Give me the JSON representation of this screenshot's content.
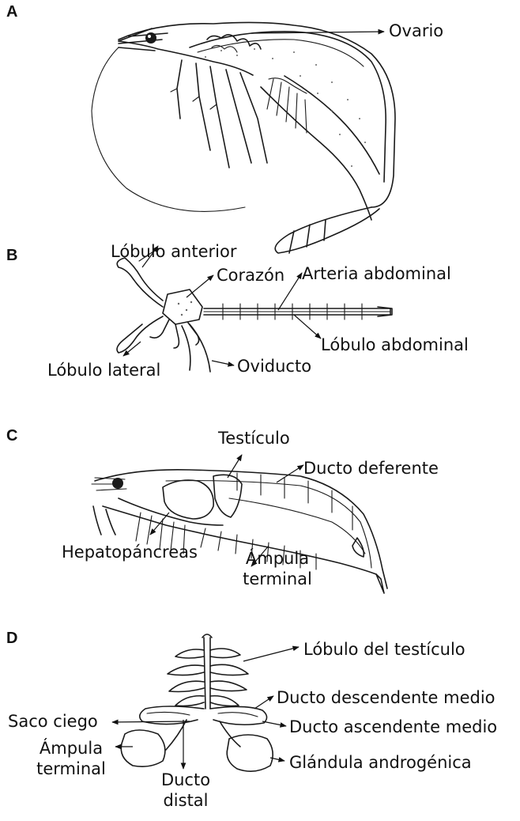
{
  "panels": {
    "A": {
      "letter": "A",
      "labels": {
        "ovario": "Ovario"
      }
    },
    "B": {
      "letter": "B",
      "labels": {
        "lobulo_anterior": "Lóbulo anterior",
        "corazon": "Corazón",
        "arteria_abdominal": "Arteria abdominal",
        "lobulo_abdominal": "Lóbulo abdominal",
        "lobulo_lateral": "Lóbulo lateral",
        "oviducto": "Oviducto"
      }
    },
    "C": {
      "letter": "C",
      "labels": {
        "testiculo": "Testículo",
        "ducto_deferente": "Ducto deferente",
        "hepatopancreas": "Hepatopáncreas",
        "ampula_terminal_1": "Ámpula",
        "ampula_terminal_2": "terminal"
      }
    },
    "D": {
      "letter": "D",
      "labels": {
        "lobulo_testiculo": "Lóbulo del testículo",
        "ducto_descendente": "Ducto descendente medio",
        "saco_ciego": "Saco ciego",
        "ducto_ascendente": "Ducto ascendente medio",
        "ampula_terminal_1": "Ámpula",
        "ampula_terminal_2": "terminal",
        "glandula": "Glándula androgénica",
        "ducto_distal_1": "Ducto",
        "ducto_distal_2": "distal"
      }
    }
  }
}
